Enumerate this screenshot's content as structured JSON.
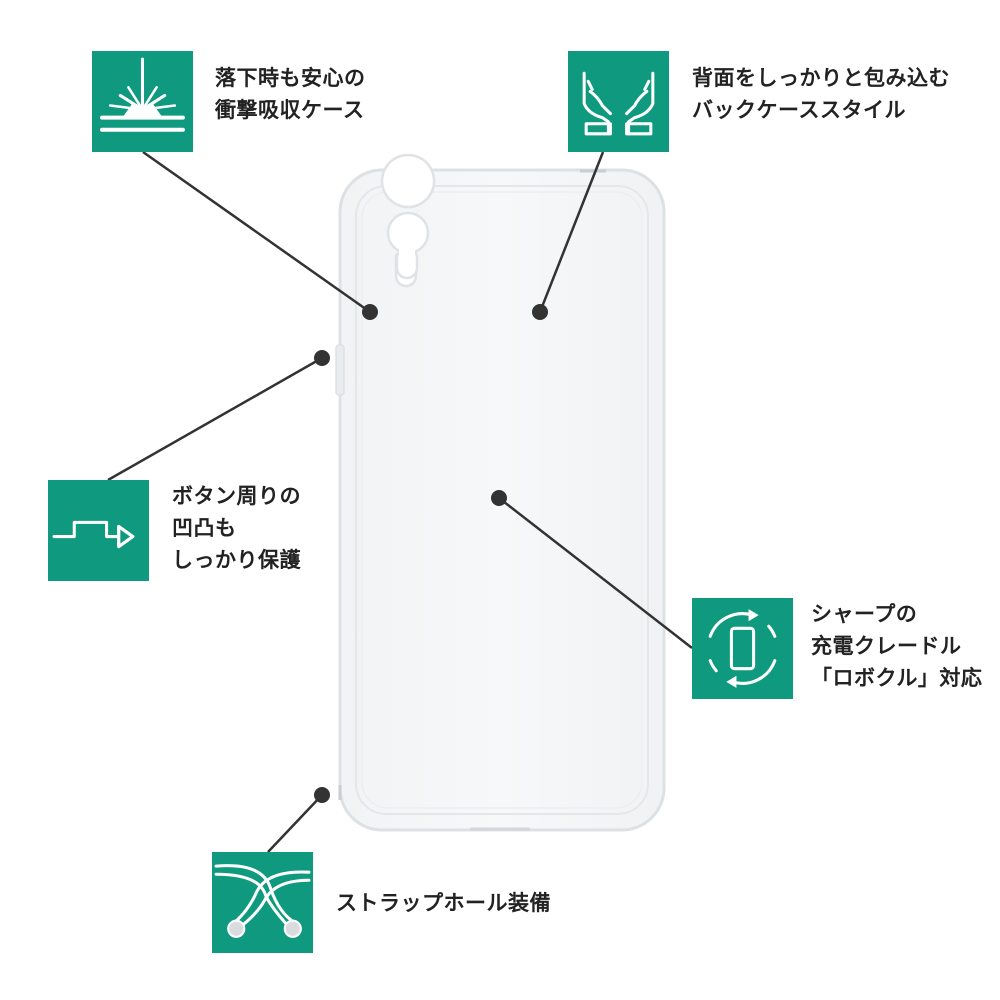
{
  "colors": {
    "accent": "#0f9a80",
    "text": "#222222",
    "leader": "#333333",
    "case_edge": "#dfe3e6"
  },
  "features": [
    {
      "icon": "impact-icon",
      "lines": [
        "落下時も安心の",
        "衝撃吸収ケース"
      ]
    },
    {
      "icon": "hands-icon",
      "lines": [
        "背面をしっかりと包み込む",
        "バックケーススタイル"
      ]
    },
    {
      "icon": "button-step-icon",
      "lines": [
        "ボタン周りの",
        "凹凸も",
        "しっかり保護"
      ]
    },
    {
      "icon": "cradle-rotate-icon",
      "lines": [
        "シャープの",
        "充電クレードル",
        "「ロボクル」対応"
      ]
    },
    {
      "icon": "strap-icon",
      "lines": [
        "ストラップホール装備"
      ]
    }
  ]
}
